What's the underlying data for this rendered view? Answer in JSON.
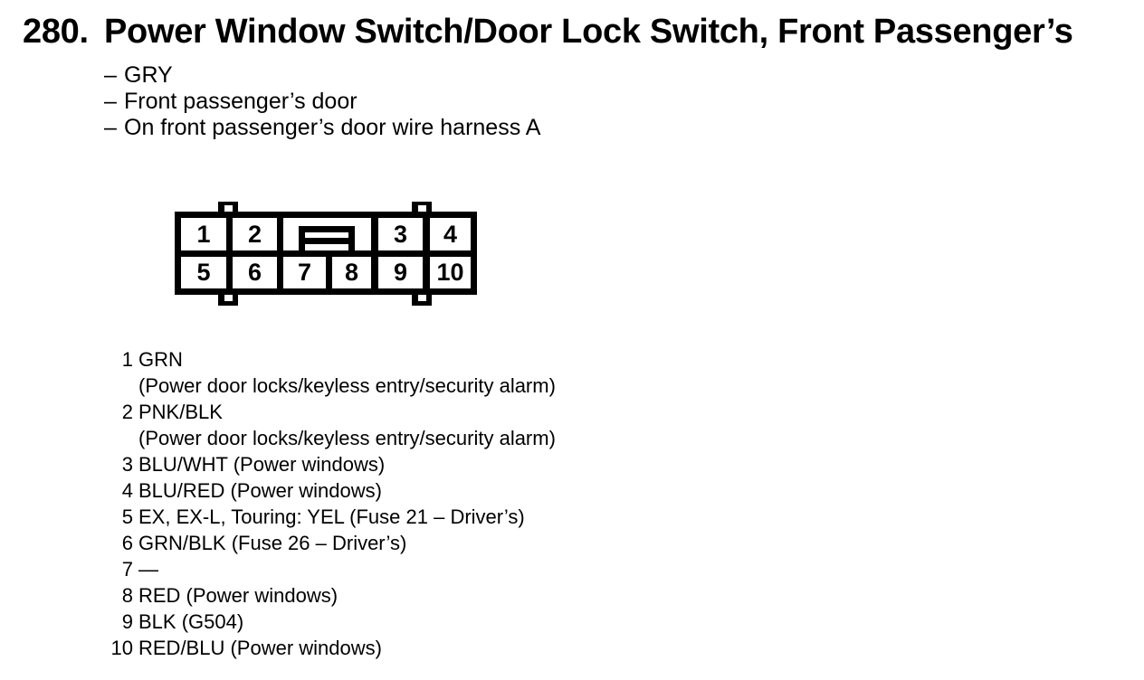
{
  "colors": {
    "ink": "#000000",
    "paper": "#ffffff"
  },
  "figure": {
    "number": "280.",
    "title": "Power Window Switch/Door Lock Switch, Front Passenger’s"
  },
  "attributes": {
    "bullet": "–",
    "items": [
      "GRY",
      "Front passenger’s door",
      "On front passenger’s door wire harness A"
    ]
  },
  "connector": {
    "cavities": [
      "1",
      "2",
      "3",
      "4",
      "5",
      "6",
      "7",
      "8",
      "9",
      "10"
    ]
  },
  "pins": [
    {
      "num": "1",
      "text": "GRN",
      "text2": "(Power door locks/keyless entry/security alarm)"
    },
    {
      "num": "2",
      "text": "PNK/BLK",
      "text2": "(Power door locks/keyless entry/security alarm)"
    },
    {
      "num": "3",
      "text": "BLU/WHT (Power windows)"
    },
    {
      "num": "4",
      "text": "BLU/RED (Power windows)"
    },
    {
      "num": "5",
      "text": "EX, EX-L, Touring: YEL (Fuse 21 – Driver’s)"
    },
    {
      "num": "6",
      "text": "GRN/BLK (Fuse 26 – Driver’s)"
    },
    {
      "num": "7",
      "text": "—"
    },
    {
      "num": "8",
      "text": "RED (Power windows)"
    },
    {
      "num": "9",
      "text": "BLK (G504)"
    },
    {
      "num": "10",
      "text": "RED/BLU (Power windows)"
    }
  ]
}
